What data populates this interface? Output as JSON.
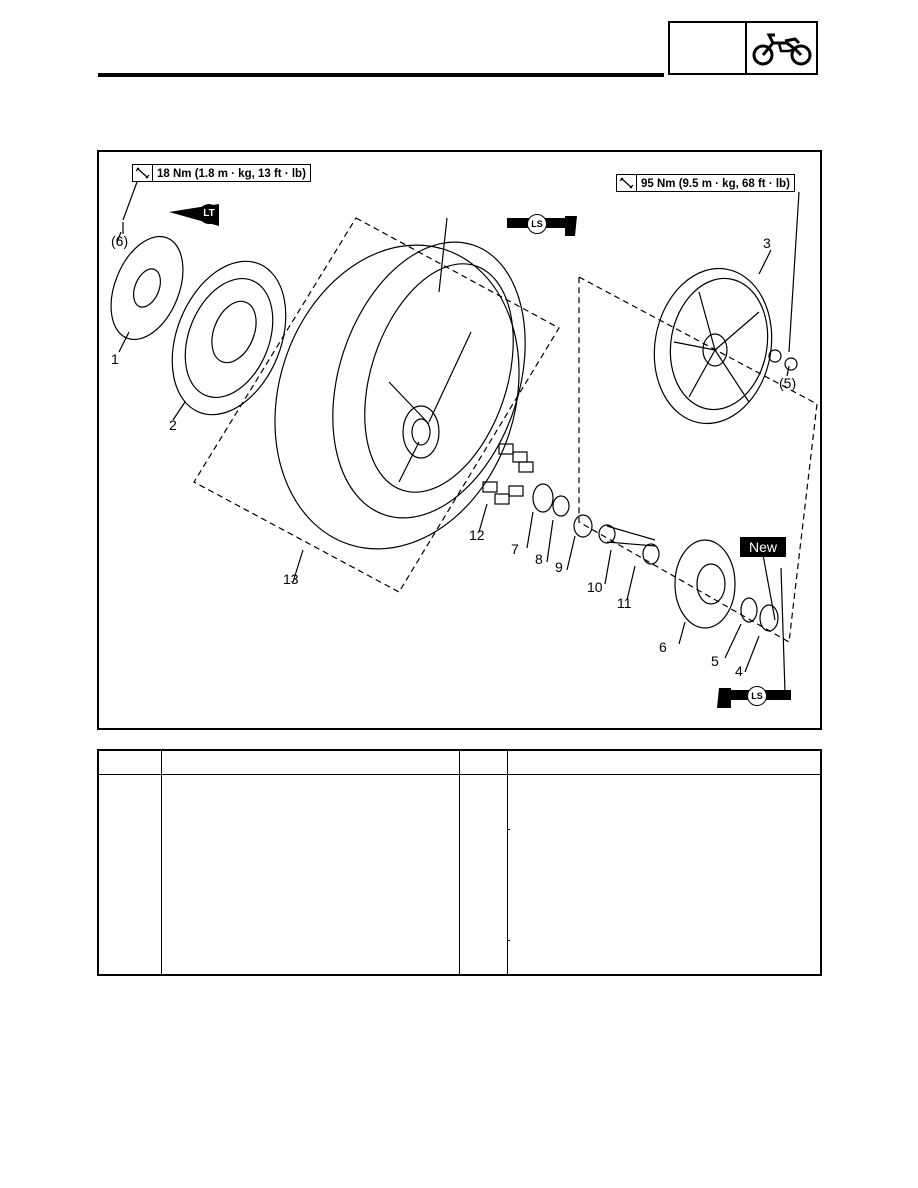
{
  "header": {
    "blank_box": "",
    "icon": "motorcycle-icon"
  },
  "diagram": {
    "torque_specs": [
      {
        "text": "18 Nm (1.8 m · kg, 13 ft · lb)",
        "icon": "torque-wrench-icon"
      },
      {
        "text": "95 Nm (9.5 m · kg, 68 ft · lb)",
        "icon": "torque-wrench-icon"
      }
    ],
    "lubricant_labels": [
      "LT",
      "LS",
      "LS"
    ],
    "new_badge": "New",
    "callouts": {
      "c1": "1",
      "c2": "2",
      "c3": "3",
      "c4": "4",
      "c5": "5",
      "c6": "6",
      "c7": "7",
      "c8": "8",
      "c9": "9",
      "c10": "10",
      "c11": "11",
      "c12": "12",
      "c13": "13",
      "c5p": "(5)",
      "c6p": "(6)"
    }
  },
  "parts_table": {
    "headers": [
      "",
      "",
      "",
      ""
    ],
    "rows": []
  }
}
